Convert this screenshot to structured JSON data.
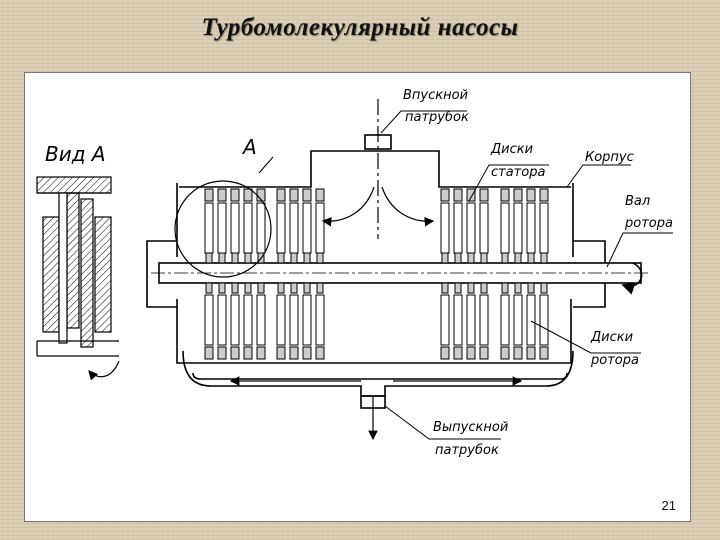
{
  "title": "Турбомолекулярный насосы",
  "page_number": "21",
  "labels": {
    "view_a": "Вид А",
    "detail_a": "А",
    "inlet_line1": "Впускной",
    "inlet_line2": "патрубок",
    "stator_line1": "Диски",
    "stator_line2": "статора",
    "housing": "Корпус",
    "shaft_line1": "Вал",
    "shaft_line2": "ротора",
    "rotor_line1": "Диски",
    "rotor_line2": "ротора",
    "outlet_line1": "Выпускной",
    "outlet_line2": "патрубок"
  }
}
